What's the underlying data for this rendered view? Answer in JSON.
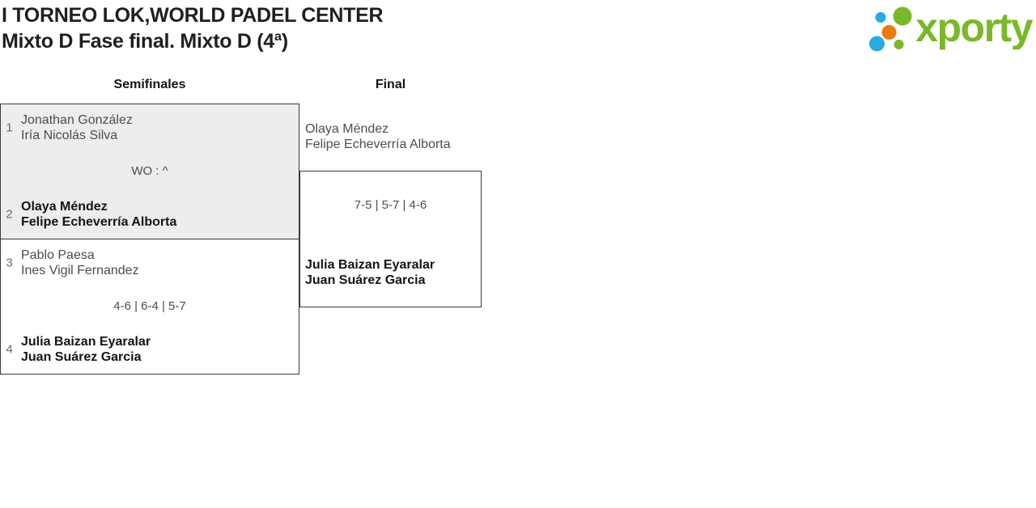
{
  "header": {
    "title_line1": "I TORNEO LOK,WORLD PADEL CENTER",
    "title_line2": "Mixto D Fase final. Mixto D (4ª)",
    "logo_text": "xporty"
  },
  "colors": {
    "logo_green": "#7ab829",
    "logo_blue": "#29abe2",
    "logo_orange": "#e87d0d",
    "highlight_bg": "#ededed",
    "box_border": "#3a3a3a",
    "player_regular": "#4d4d4d",
    "player_winner": "#141414",
    "seed": "#6b6b6b"
  },
  "bracket": {
    "rounds": [
      {
        "label": "Semifinales"
      },
      {
        "label": "Final"
      }
    ],
    "semifinal1": {
      "top": {
        "seed": "1",
        "player1": "Jonathan González",
        "player2": "Iría Nicolás Silva"
      },
      "score": "WO : ^",
      "bottom": {
        "seed": "2",
        "player1": "Olaya Méndez",
        "player2": "Felipe Echeverría Alborta"
      }
    },
    "semifinal2": {
      "top": {
        "seed": "3",
        "player1": "Pablo Paesa",
        "player2": "Ines Vigil Fernandez"
      },
      "score": "4-6 | 6-4 | 5-7",
      "bottom": {
        "seed": "4",
        "player1": "Julia Baizan Eyaralar",
        "player2": "Juan Suárez Garcia"
      }
    },
    "final": {
      "top": {
        "player1": "Olaya Méndez",
        "player2": "Felipe Echeverría Alborta"
      },
      "score": "7-5 | 5-7 | 4-6",
      "bottom": {
        "player1": "Julia Baizan Eyaralar",
        "player2": "Juan Suárez Garcia"
      }
    }
  }
}
